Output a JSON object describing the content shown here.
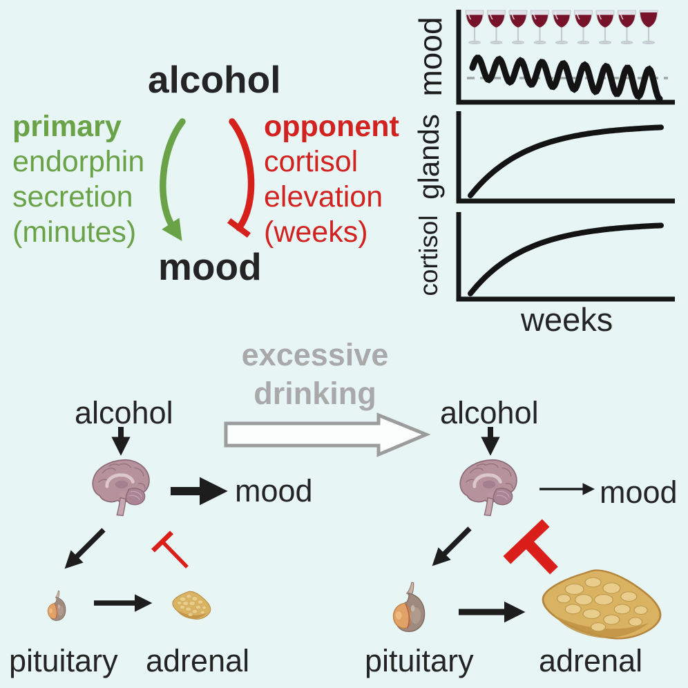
{
  "background": "#e7f5f4",
  "palette": {
    "text_black": "#242424",
    "green": "#69a247",
    "red": "#d12220",
    "red_inhibitor": "#da1f1a",
    "gray_text": "#a9a9a9",
    "gray_arrow": "#9c9c9c",
    "axis_black": "#161616",
    "wine_red": "#76122a",
    "dashed_baseline_gray": "#9fa6a6"
  },
  "top_left_diagram": {
    "alcohol_label": "alcohol",
    "mood_label": "mood",
    "primary_pathway_lines": [
      "primary",
      "endorphin",
      "secretion",
      "(minutes)"
    ],
    "opponent_pathway_lines": [
      "opponent",
      "cortisol",
      "elevation",
      "(weeks)"
    ]
  },
  "charts_panel": {
    "mood_axis_label": "mood",
    "glands_axis_label": "glands",
    "cortisol_axis_label": "cortisol",
    "x_axis_label": "weeks",
    "wine_glass_count": 9
  },
  "chart_data": [
    {
      "type": "line",
      "panel": "mood",
      "ylabel": "mood",
      "xlabel": "weeks (shared axis label at bottom)",
      "series": [
        {
          "name": "mood oscillation per drinking episode",
          "shape": "sine-like oscillation",
          "cycles": 9,
          "trend": "peaks shrink and troughs deepen over time; curve drifts below the dashed neutral baseline"
        }
      ],
      "baseline": {
        "style": "dashed",
        "meaning": "neutral mood level"
      },
      "annotations": [
        "row of 9 wine glasses above the trace, one per drinking episode"
      ],
      "grid": false,
      "legend": false
    },
    {
      "type": "line",
      "panel": "glands",
      "ylabel": "glands",
      "series": [
        {
          "name": "cortisol gland (adrenal) growth",
          "shape": "saturating exponential rise",
          "trend": "rises quickly then plateaus over weeks"
        }
      ],
      "grid": false,
      "legend": false
    },
    {
      "type": "line",
      "panel": "cortisol",
      "ylabel": "cortisol",
      "xlabel": "weeks",
      "series": [
        {
          "name": "cortisol level",
          "shape": "saturating exponential rise",
          "trend": "rises quickly then plateaus over weeks"
        }
      ],
      "grid": false,
      "legend": false
    }
  ],
  "transition_arrow": {
    "line1": "excessive",
    "line2": "drinking"
  },
  "moderate_drinking_diagram": {
    "alcohol_label": "alcohol",
    "mood_label": "mood",
    "pituitary_label": "pituitary",
    "adrenal_label": "adrenal"
  },
  "excessive_drinking_diagram": {
    "alcohol_label": "alcohol",
    "mood_label": "mood",
    "pituitary_label": "pituitary",
    "adrenal_label": "adrenal"
  }
}
